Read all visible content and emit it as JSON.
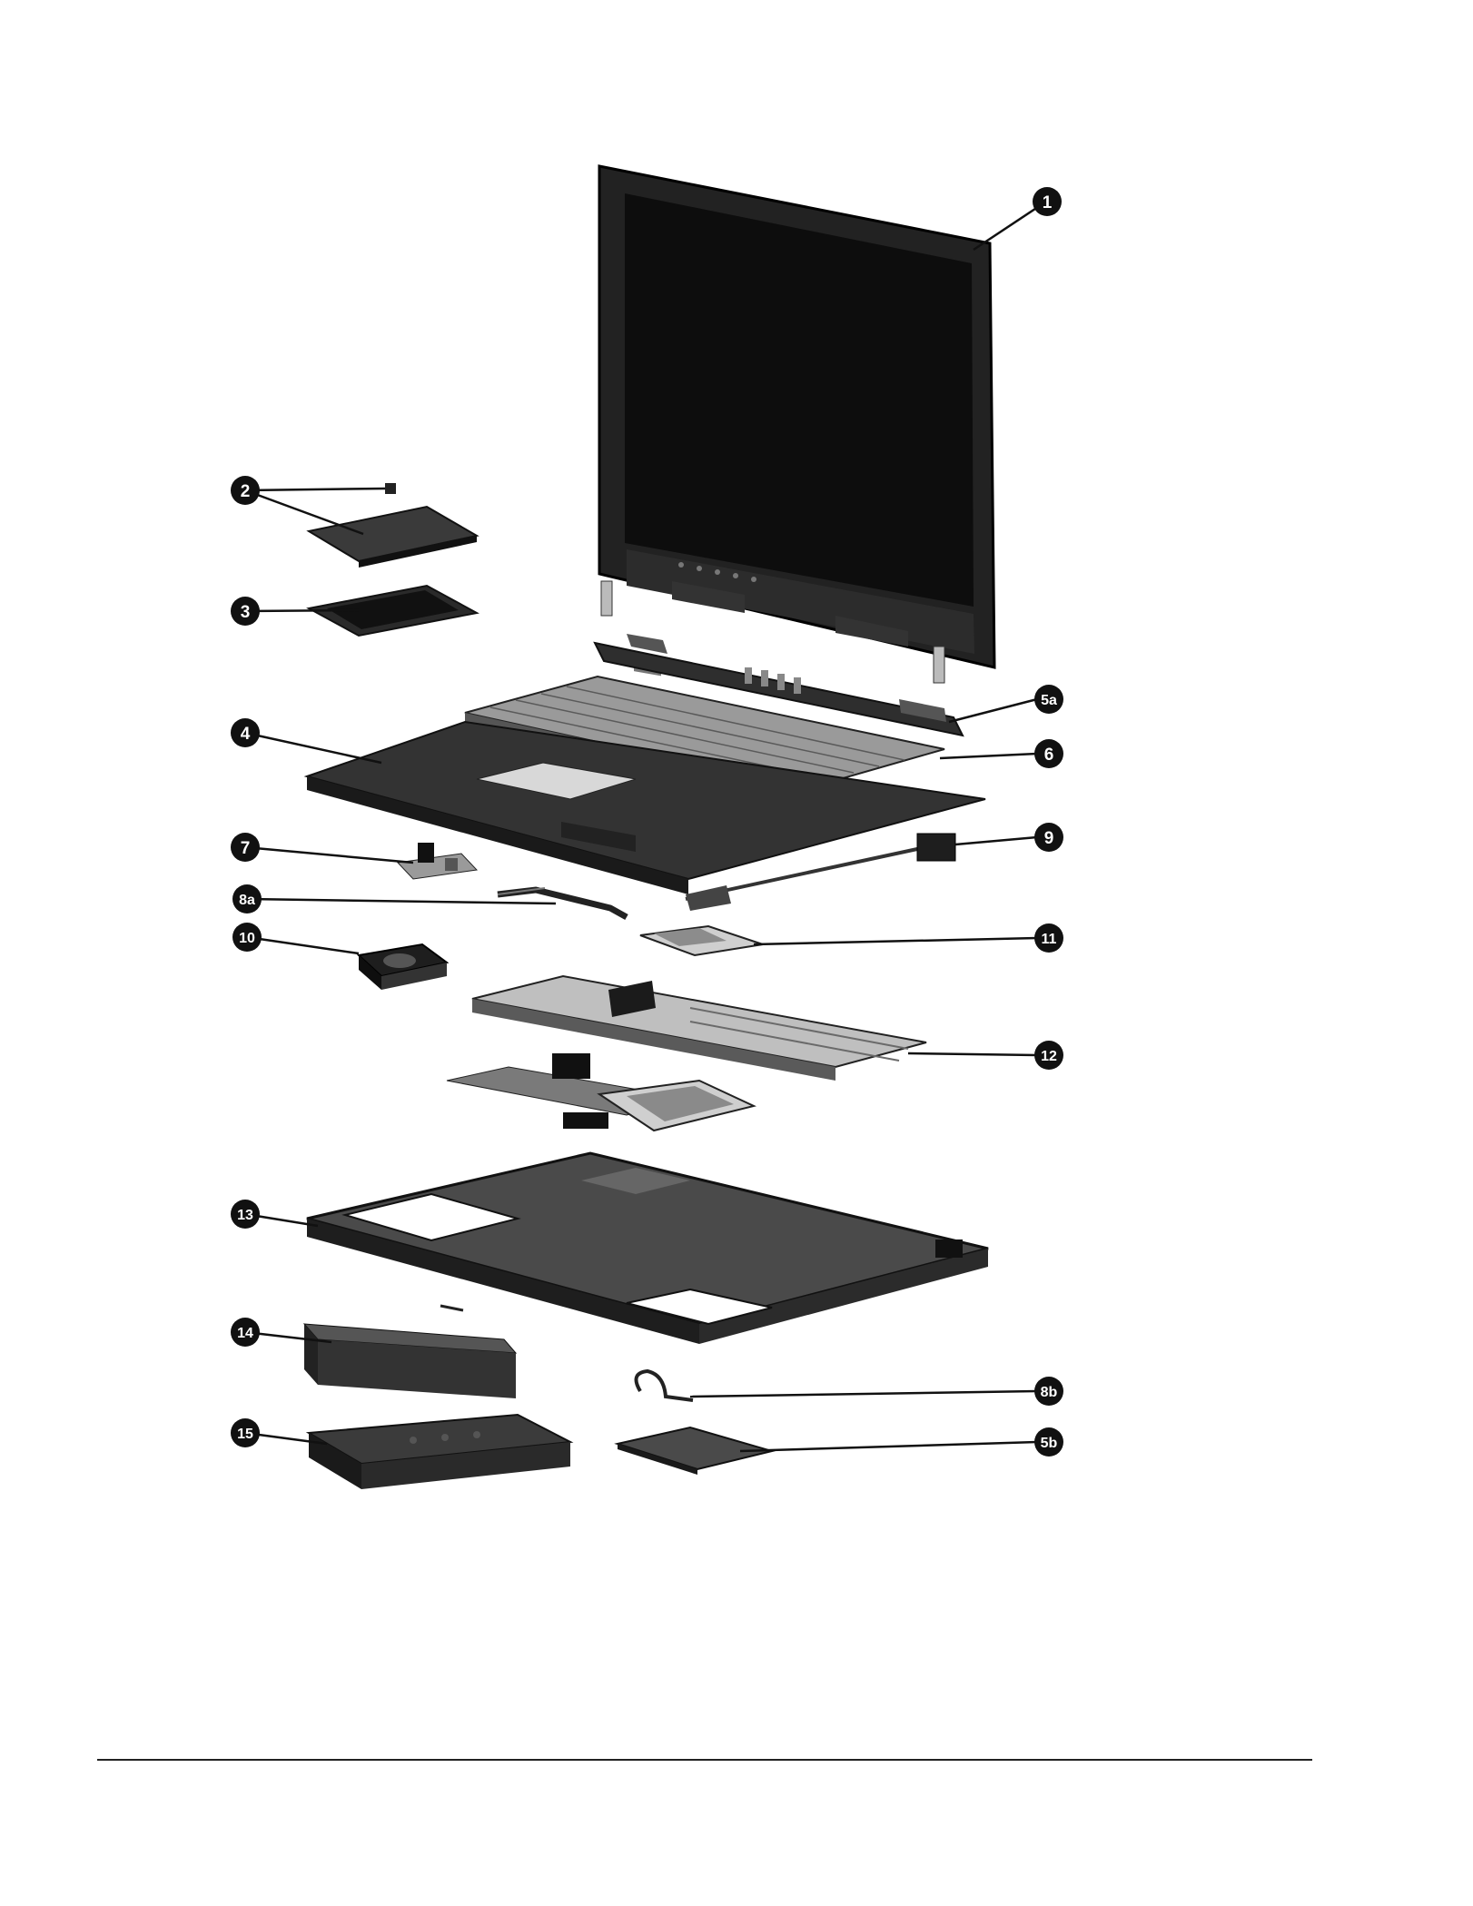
{
  "colors": {
    "ink": "#111111",
    "dark": "#1e1e1e",
    "mid": "#4a4a4a",
    "light": "#8a8a8a",
    "pale": "#c9c9c9",
    "paper": "#ffffff"
  },
  "callouts": [
    {
      "id": "c1",
      "label": "1"
    },
    {
      "id": "c2",
      "label": "2"
    },
    {
      "id": "c3",
      "label": "3"
    },
    {
      "id": "c4",
      "label": "4"
    },
    {
      "id": "c5a",
      "label": "5a"
    },
    {
      "id": "c6",
      "label": "6"
    },
    {
      "id": "c7",
      "label": "7"
    },
    {
      "id": "c8a",
      "label": "8a"
    },
    {
      "id": "c9",
      "label": "9"
    },
    {
      "id": "c10",
      "label": "10"
    },
    {
      "id": "c11",
      "label": "11"
    },
    {
      "id": "c12",
      "label": "12"
    },
    {
      "id": "c13",
      "label": "13"
    },
    {
      "id": "c14",
      "label": "14"
    },
    {
      "id": "c8b",
      "label": "8b"
    },
    {
      "id": "c15",
      "label": "15"
    },
    {
      "id": "c5b",
      "label": "5b"
    }
  ]
}
